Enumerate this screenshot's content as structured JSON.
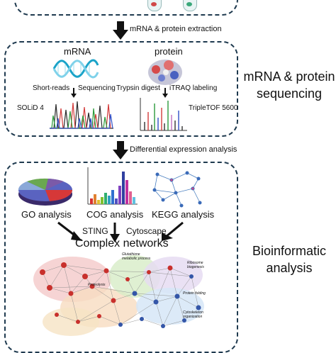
{
  "steps": {
    "extraction": "mRNA & protein extraction",
    "differential": "Differential expression analysis"
  },
  "sequencing_panel": {
    "mrna_title": "mRNA",
    "protein_title": "protein",
    "short_reads": "Short-reads",
    "sequencing": "Sequencing",
    "trypsin": "Trypsin digest",
    "itraq": "iTRAQ labeling",
    "solid": "SOLiD 4",
    "tripletof": "TripleTOF 5600",
    "side_label_line1": "mRNA & protein",
    "side_label_line2": "sequencing"
  },
  "bioinfo_panel": {
    "go": "GO analysis",
    "cog": "COG analysis",
    "kegg": "KEGG analysis",
    "sting": "STING",
    "cytoscape": "Cytoscape",
    "complex": "Complex networks",
    "side_label_line1": "Bioinformatic",
    "side_label_line2": "analysis",
    "network_labels": {
      "glutathione": "Glutathione metabolic process",
      "proteolysis": "Proteolysis",
      "ribosome": "Ribosome biogenesis",
      "folding": "Protein folding",
      "cytoskeleton": "Cytoskeleton organization"
    }
  },
  "colors": {
    "panel_border": "#1f3a4f",
    "arrow": "#111111",
    "dna_strand_a": "#1aa3c8",
    "dna_strand_b": "#7fd2ea",
    "node_red": "#c8302c",
    "node_blue": "#3456a8"
  }
}
